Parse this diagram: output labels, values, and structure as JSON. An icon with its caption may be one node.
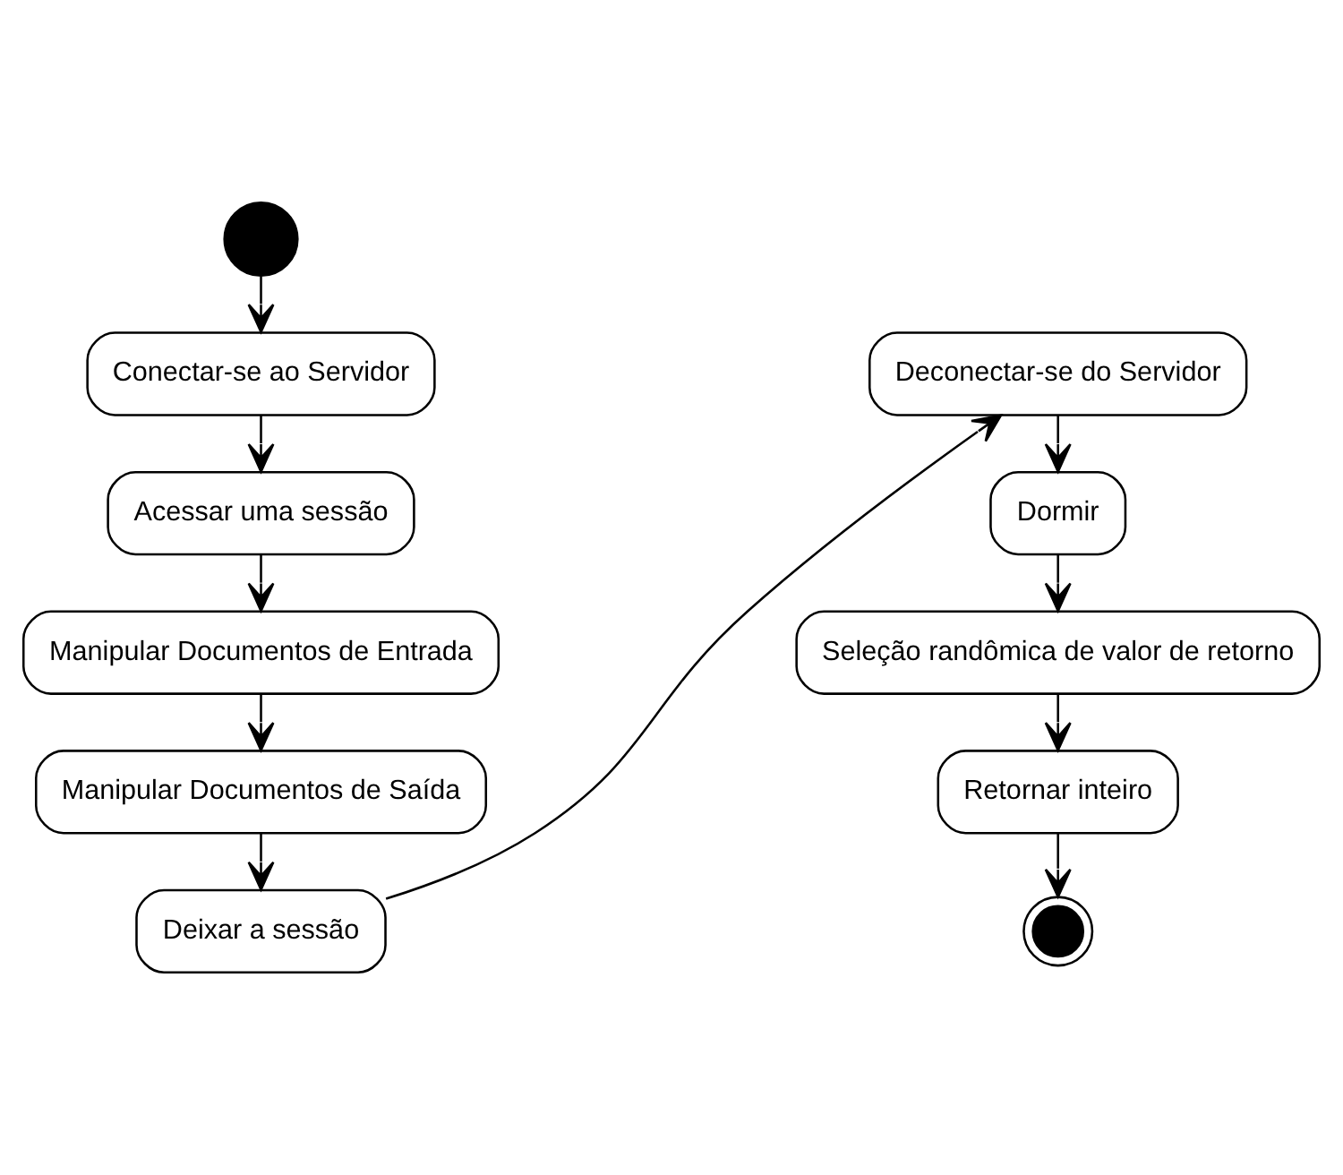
{
  "diagram": {
    "nodes": [
      {
        "text": [],
        "shape": "circle"
      },
      {
        "text": [
          "Conectar-se ao Servidor"
        ]
      },
      {
        "text": [
          "Acessar uma sessão"
        ]
      },
      {
        "text": [
          "Manipular Documentos de Entrada"
        ]
      },
      {
        "text": [
          "Manipular Documentos de Saída"
        ]
      },
      {
        "text": [
          "Deixar a sessão"
        ]
      },
      {
        "text": [
          "Deconectar-se do Servidor"
        ]
      },
      {
        "text": [
          "Dormir"
        ]
      },
      {
        "text": [
          "Seleção randômica de valor de retorno"
        ]
      },
      {
        "text": [
          "Retornar inteiro"
        ]
      },
      {
        "text": [],
        "shape": "circle"
      }
    ],
    "edges": [
      {
        "from": 0,
        "to": 1,
        "arrow": "to"
      },
      {
        "from": 1,
        "to": 2,
        "arrow": "to"
      },
      {
        "from": 2,
        "to": 3,
        "arrow": "to"
      },
      {
        "from": 3,
        "to": 4,
        "arrow": "to"
      },
      {
        "from": 4,
        "to": 5,
        "arrow": "to"
      },
      {
        "from": 5,
        "to": 6,
        "arrow": "to"
      },
      {
        "from": 6,
        "to": 7,
        "arrow": "to"
      },
      {
        "from": 7,
        "to": 8,
        "arrow": "to"
      },
      {
        "from": 8,
        "to": 9,
        "arrow": "to"
      },
      {
        "from": 9,
        "to": 10,
        "arrow": "to"
      }
    ]
  }
}
